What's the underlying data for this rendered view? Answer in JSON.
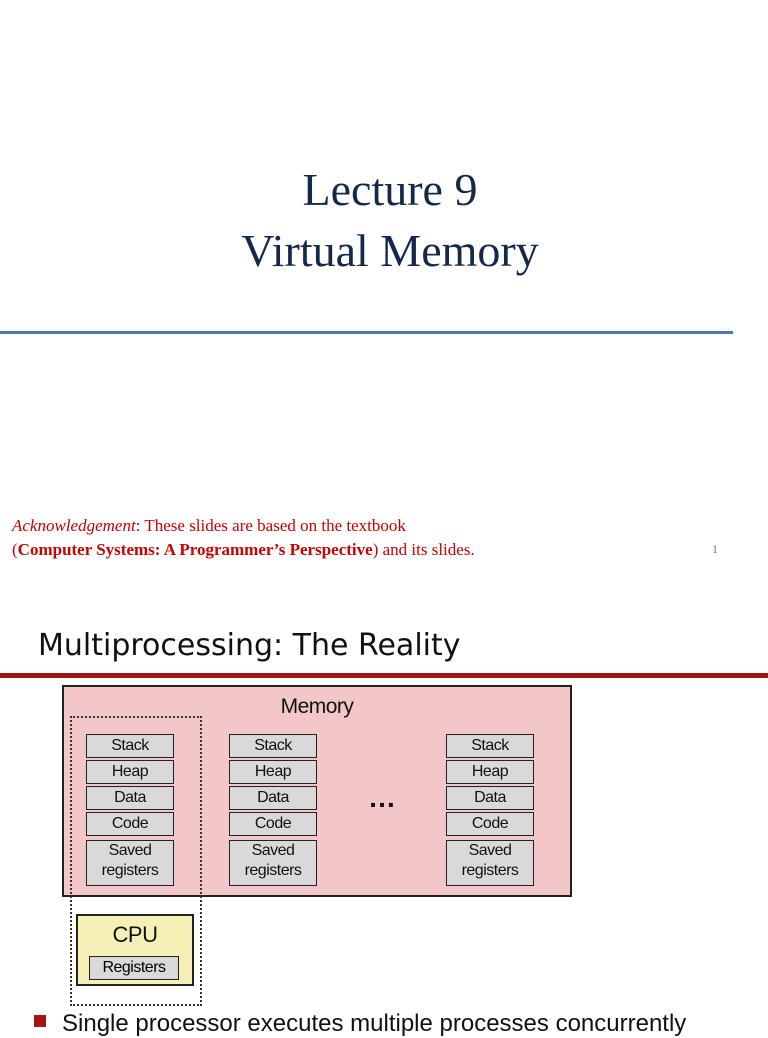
{
  "slide1": {
    "title_line1": "Lecture 9",
    "title_line2": "Virtual Memory",
    "ack_label": "Acknowledgement",
    "ack_text": ": These slides are based on the textbook",
    "book_open": "(",
    "book_title": "Computer Systems: A Programmer’s Perspective",
    "book_tail": ") and its slides.",
    "page_number": "1"
  },
  "slide2": {
    "title": "Multiprocessing: The Reality",
    "memory_label": "Memory",
    "processes": [
      {
        "stack": "Stack",
        "heap": "Heap",
        "data": "Data",
        "code": "Code",
        "saved": "Saved registers"
      },
      {
        "stack": "Stack",
        "heap": "Heap",
        "data": "Data",
        "code": "Code",
        "saved": "Saved registers"
      },
      {
        "stack": "Stack",
        "heap": "Heap",
        "data": "Data",
        "code": "Code",
        "saved": "Saved registers"
      }
    ],
    "ellipsis": "…",
    "cpu_label": "CPU",
    "cpu_registers": "Registers",
    "bullet": "Single processor executes multiple processes concurrently"
  },
  "colors": {
    "title_navy": "#13294b",
    "rule_blue": "#4a7ab5",
    "accent_red": "#a31515",
    "memory_fill": "#f3c7c7",
    "cpu_fill": "#f6f0b6"
  }
}
